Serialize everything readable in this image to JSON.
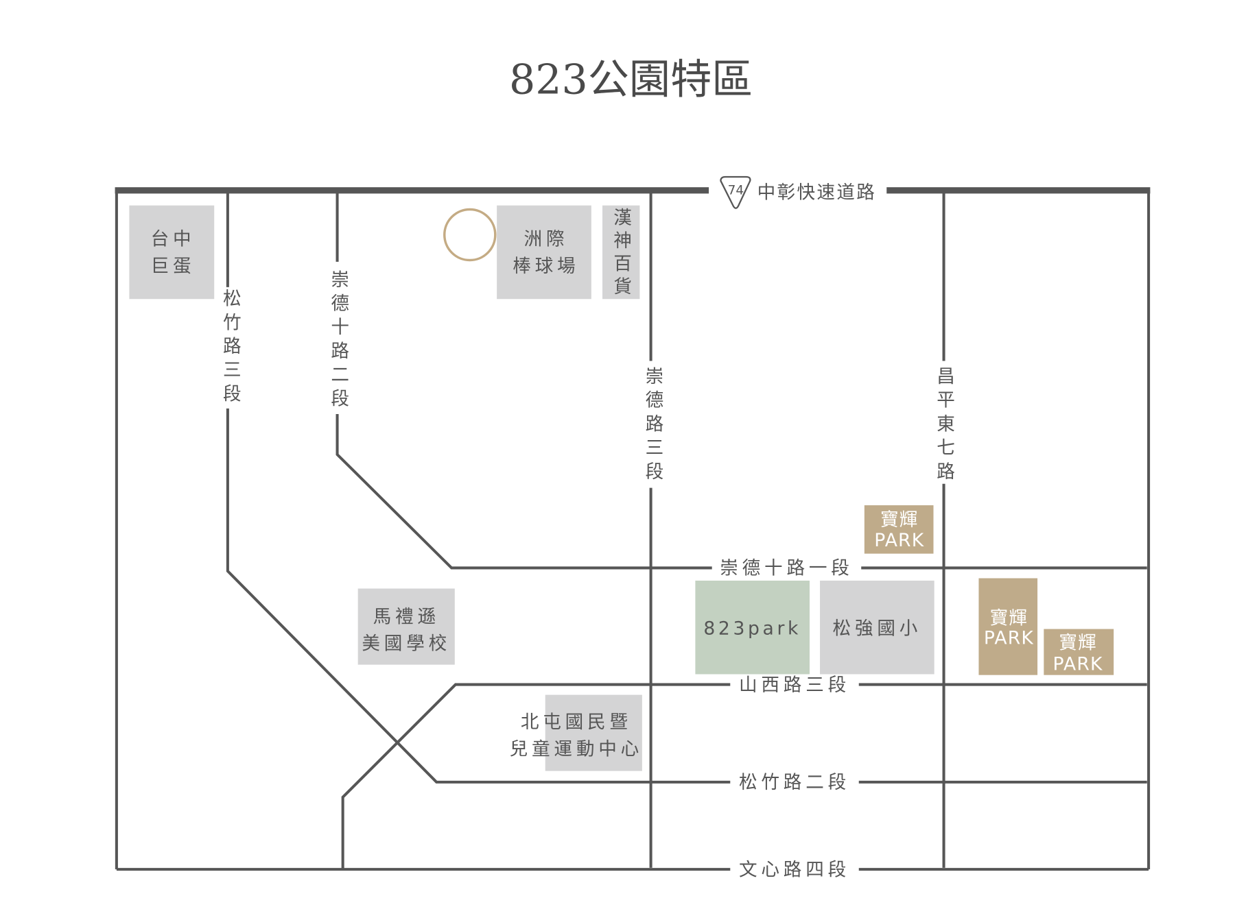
{
  "title": "823公園特區",
  "highway": {
    "number": "74",
    "name": "中彰快速道路"
  },
  "roads": {
    "songzhu_3": "松竹路三段",
    "chongde10_2": "崇德十路二段",
    "chongde_3": "崇德路三段",
    "changping_e7": "昌平東七路",
    "chongde10_1": "崇德十路一段",
    "shanxi_3": "山西路三段",
    "songzhu_2": "松竹路二段",
    "wenxin_4": "文心路四段"
  },
  "places": {
    "dome_1": "台中",
    "dome_2": "巨蛋",
    "stadium_1": "洲際",
    "stadium_2": "棒球場",
    "hanshin": "漢神百貨",
    "park": "823park",
    "school": "松強國小",
    "morrison_1": "馬禮遜",
    "morrison_2": "美國學校",
    "sports_1": "北屯國民暨",
    "sports_2": "兒童運動中心",
    "baohui_name": "寶輝",
    "baohui_park": "PARK"
  },
  "colors": {
    "road": "#565656",
    "block": "#d4d4d5",
    "brand": "#bfab8a",
    "park": "#c3d1c1"
  }
}
